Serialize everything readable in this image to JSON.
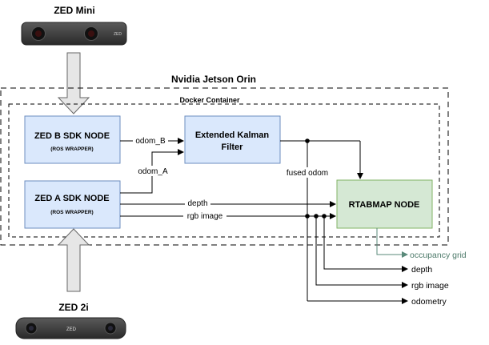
{
  "cameras": {
    "top": {
      "label": "ZED Mini",
      "brand": "ZED"
    },
    "bottom": {
      "label": "ZED 2i",
      "brand": "ZED"
    }
  },
  "host_label": "Nvidia Jetson Orin",
  "container_label": "Docker Container",
  "nodes": {
    "zed_b": {
      "title": "ZED B SDK NODE",
      "subtitle": "(ROS WRAPPER)"
    },
    "zed_a": {
      "title": "ZED A SDK NODE",
      "subtitle": "(ROS WRAPPER)"
    },
    "ekf": {
      "line1": "Extended Kalman",
      "line2": "Filter"
    },
    "rtabmap": {
      "title": "RTABMAP NODE"
    }
  },
  "edges": {
    "odom_b": "odom_B",
    "odom_a": "odom_A",
    "depth": "depth",
    "rgb_image": "rgb image",
    "fused_odom": "fused odom"
  },
  "outputs": {
    "occupancy_grid": "occupancy grid",
    "depth": "depth",
    "rgb_image": "rgb image",
    "odometry": "odometry"
  },
  "colors": {
    "node_fill": "#dae8fc",
    "node_stroke": "#6c8ebf",
    "rtabmap_fill": "#d5e8d4",
    "rtabmap_stroke": "#82b366",
    "occupancy_arrow": "#5a8a7a",
    "occupancy_text": "#4d7a6a",
    "big_arrow_fill": "#e6e6e6",
    "big_arrow_stroke": "#666666"
  }
}
